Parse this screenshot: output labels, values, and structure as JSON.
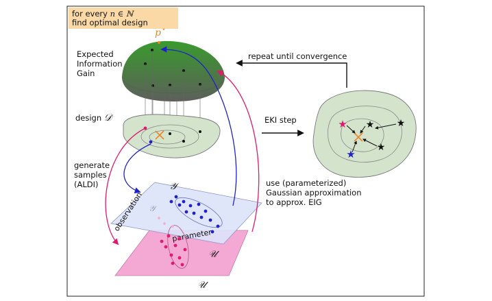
{
  "header": {
    "line1_text": "for every ",
    "line1_math": "n ∈ ℕ",
    "line2": "find optimal design",
    "highlight_color": "#fad9a6"
  },
  "eig": {
    "label_line1": "Expected",
    "label_line2": "Information",
    "label_line3": "Gain",
    "optimum_label": "p",
    "optimum_sup": "⋆",
    "optimum_color": "#e8872a"
  },
  "design": {
    "label_text": "design ",
    "label_symbol": "𝒟"
  },
  "samples": {
    "label_line1": "generate",
    "label_line2": "samples",
    "label_line3": "(ALDI)"
  },
  "eki": {
    "step_label": "EKI step",
    "repeat_label": "repeat until convergence"
  },
  "planes": {
    "observation_label": "observation",
    "parameter_label": "parameter",
    "y_symbol": "𝒴",
    "u_symbol": "𝒰"
  },
  "approximation": {
    "line1": "use (parameterized)",
    "line2": "Gaussian approximation",
    "line3": "to approx. EIG"
  },
  "colors": {
    "green_fill": "#d4e3cc",
    "dome_top": "#3a9a2e",
    "blue": "#1e22c8",
    "magenta": "#e0196e",
    "orange": "#e8872a",
    "plane_blue": "#dde3fa",
    "plane_pink": "#f3a9d3"
  }
}
